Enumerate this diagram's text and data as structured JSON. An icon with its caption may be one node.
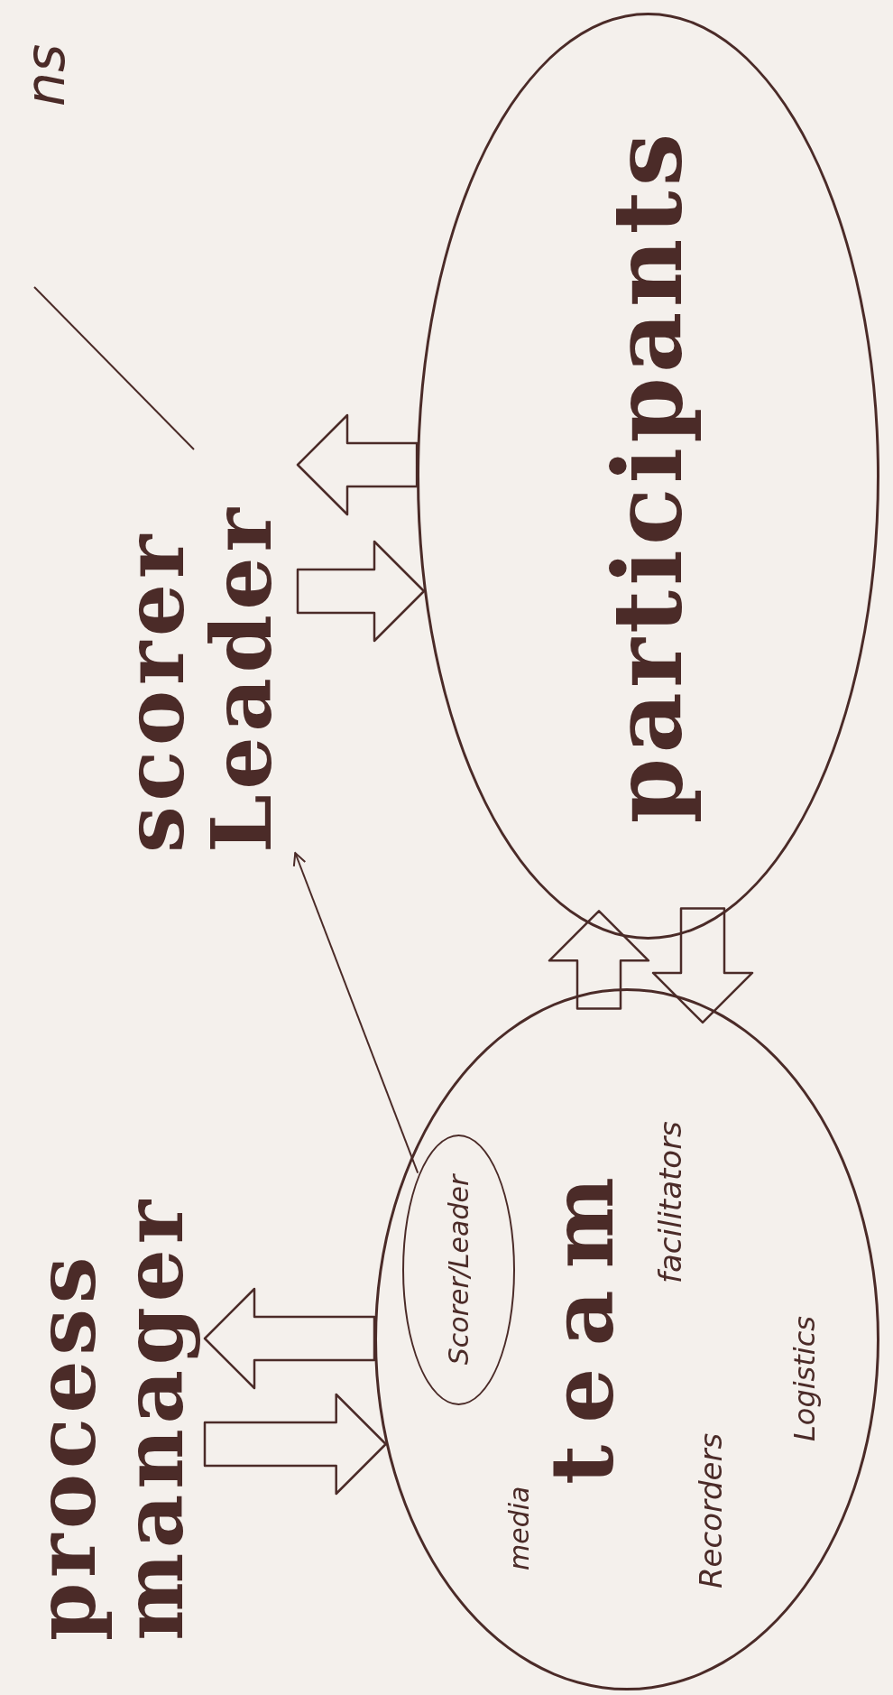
{
  "diagram": {
    "nodes": [
      {
        "text": [
          "process manager"
        ]
      },
      {
        "text": [
          "media",
          "team",
          "Recorders",
          "facilitators",
          "Logistics"
        ]
      },
      {
        "text": [
          "Scorer/Leader"
        ],
        "in": 1
      },
      {
        "text": [
          "participants"
        ]
      },
      {
        "text": [
          "scorer Leader"
        ]
      }
    ],
    "edges": [
      {
        "from": 0,
        "to": 1,
        "arrow": "to",
        "style": "thick"
      },
      {
        "from": 1,
        "to": 0,
        "arrow": "to",
        "style": "thick"
      },
      {
        "from": 1,
        "to": 3,
        "arrow": "to",
        "style": "thick"
      },
      {
        "from": 3,
        "to": 1,
        "arrow": "to",
        "style": "thick"
      },
      {
        "from": 4,
        "to": 3,
        "arrow": "to",
        "style": "thick"
      },
      {
        "from": 3,
        "to": 4,
        "arrow": "to",
        "style": "thick"
      },
      {
        "from": 2,
        "to": 4,
        "arrow": "to"
      }
    ],
    "labels": [
      "ns"
    ]
  }
}
